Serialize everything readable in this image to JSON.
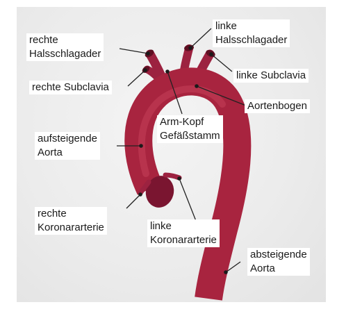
{
  "labels": {
    "rechte_halsschlagader": [
      "rechte",
      "Halsschlagader"
    ],
    "rechte_subclavia": "rechte Subclavia",
    "linke_halsschlagader": [
      "linke",
      "Halsschlagader"
    ],
    "linke_subclavia": "linke Subclavia",
    "aortenbogen": "Aortenbogen",
    "arm_kopf": [
      "Arm-Kopf",
      "Gefäßstamm"
    ],
    "aufsteigende_aorta": [
      "aufsteigende",
      "Aorta"
    ],
    "rechte_koronararterie": [
      "rechte",
      "Koronararterie"
    ],
    "linke_koronararterie": [
      "linke",
      "Koronararterie"
    ],
    "absteigende_aorta": [
      "absteigende",
      "Aorta"
    ]
  },
  "colors": {
    "vessel": "#a8243f",
    "vessel_dark": "#7a1530",
    "vessel_light": "#c4405a",
    "leader": "#222222",
    "background": "#ebebeb"
  }
}
